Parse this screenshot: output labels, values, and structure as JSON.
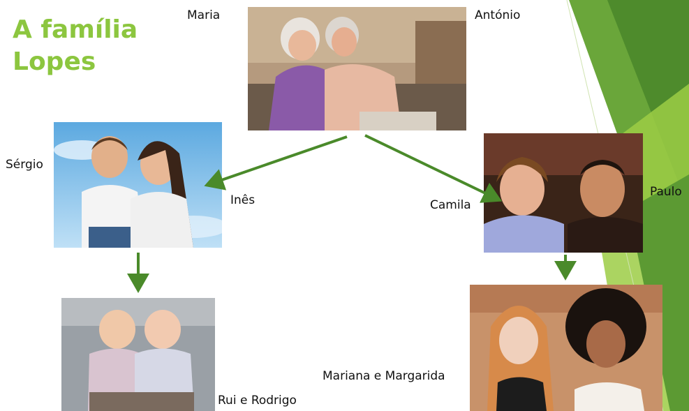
{
  "title": {
    "line1": "A família",
    "line2": "Lopes"
  },
  "labels": {
    "maria": "Maria",
    "antonio": "António",
    "sergio": "Sérgio",
    "ines": "Inês",
    "camila": "Camila",
    "paulo": "Paulo",
    "rui_rodrigo": "Rui e Rodrigo",
    "mariana_margarida": "Mariana e Margarida"
  },
  "colors": {
    "title": "#8cc63f",
    "arrow": "#4a8a2a",
    "deco_dark": "#4e8b2c",
    "deco_light": "#9ccc45"
  }
}
